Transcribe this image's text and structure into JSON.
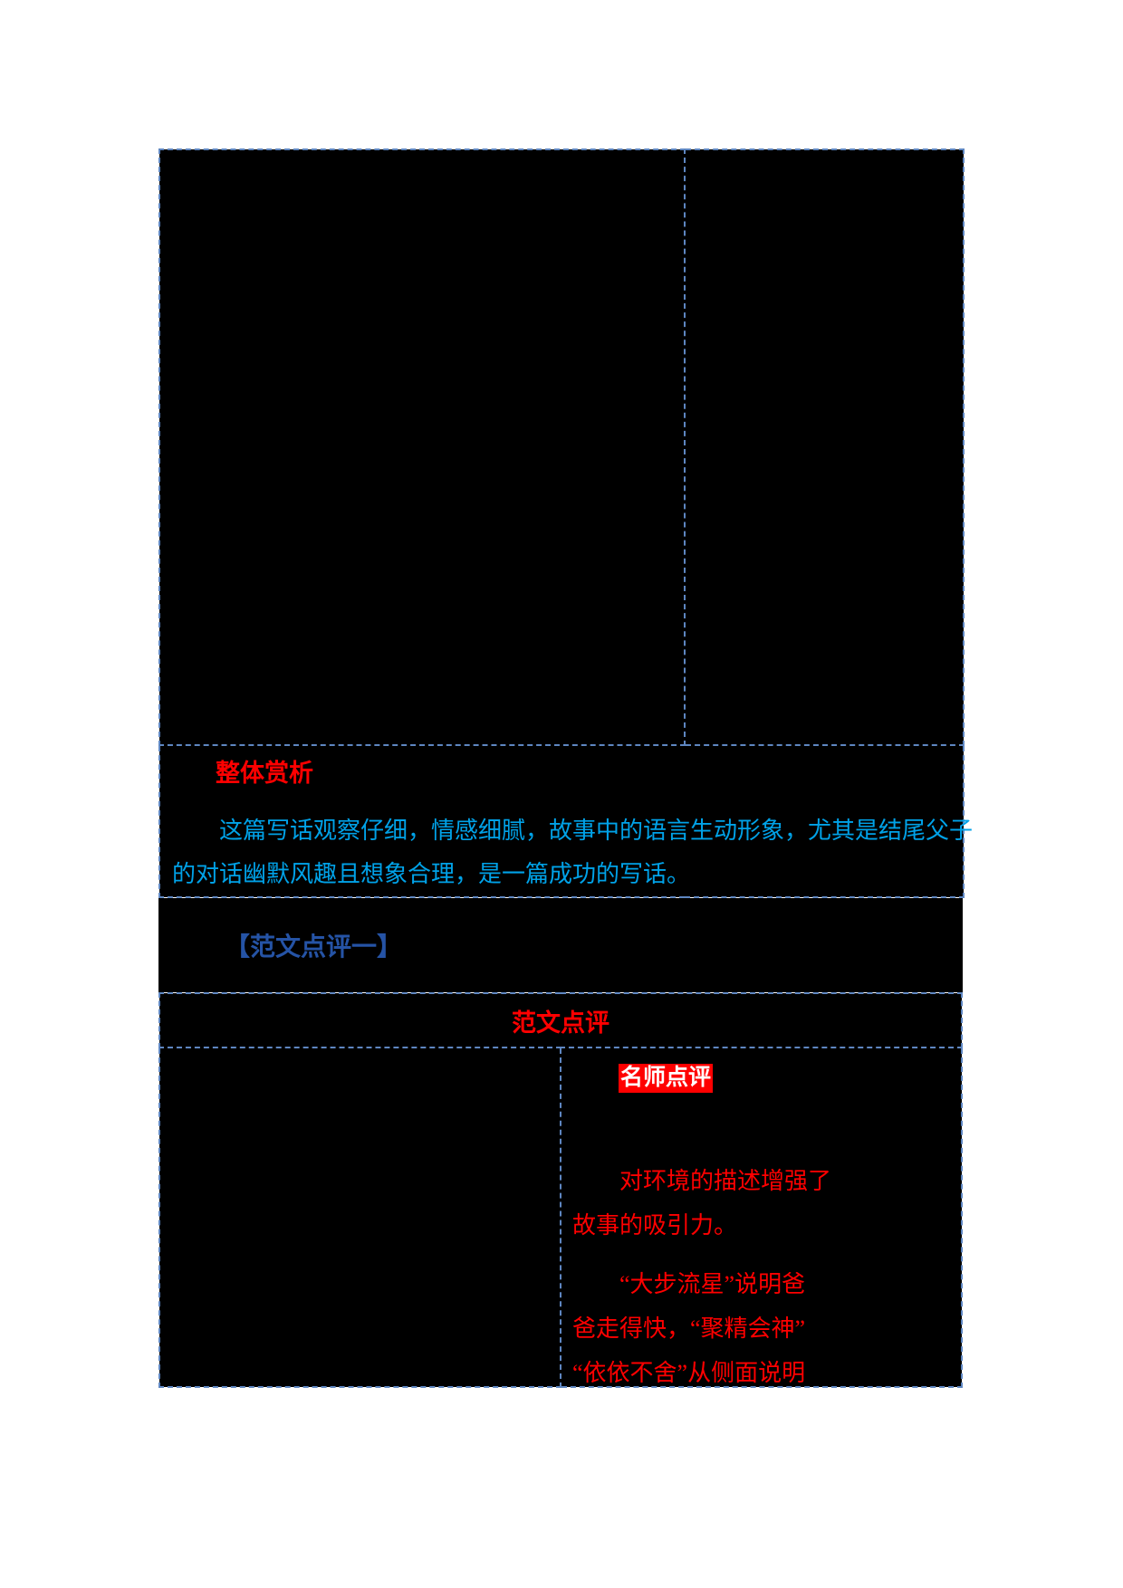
{
  "colors": {
    "pagebg": "#ffffff",
    "cellbg": "#000000",
    "border": "#5E86C1",
    "red": "#FF0000",
    "cyan": "#00A2E8",
    "navy": "#2553A5",
    "white": "#ffffff"
  },
  "table1": {
    "analysis": {
      "heading": "整体赏析",
      "lines": [
        "这篇写话观察仔细，情感细腻，故事中的语言生动形象，尤其是结尾父子",
        "的对话幽默风趣且想象合理，是一篇成功的写话。"
      ]
    }
  },
  "between": {
    "label": "【范文点评一】"
  },
  "table2": {
    "header": "范文点评",
    "badge": "名师点评",
    "comments": [
      {
        "lines": [
          "对环境的描述增强了",
          "故事的吸引力。"
        ]
      },
      {
        "lines": [
          "“大步流星”说明爸",
          "爸走得快，“聚精会神”",
          "“依依不舍”从侧面说明"
        ]
      }
    ]
  }
}
